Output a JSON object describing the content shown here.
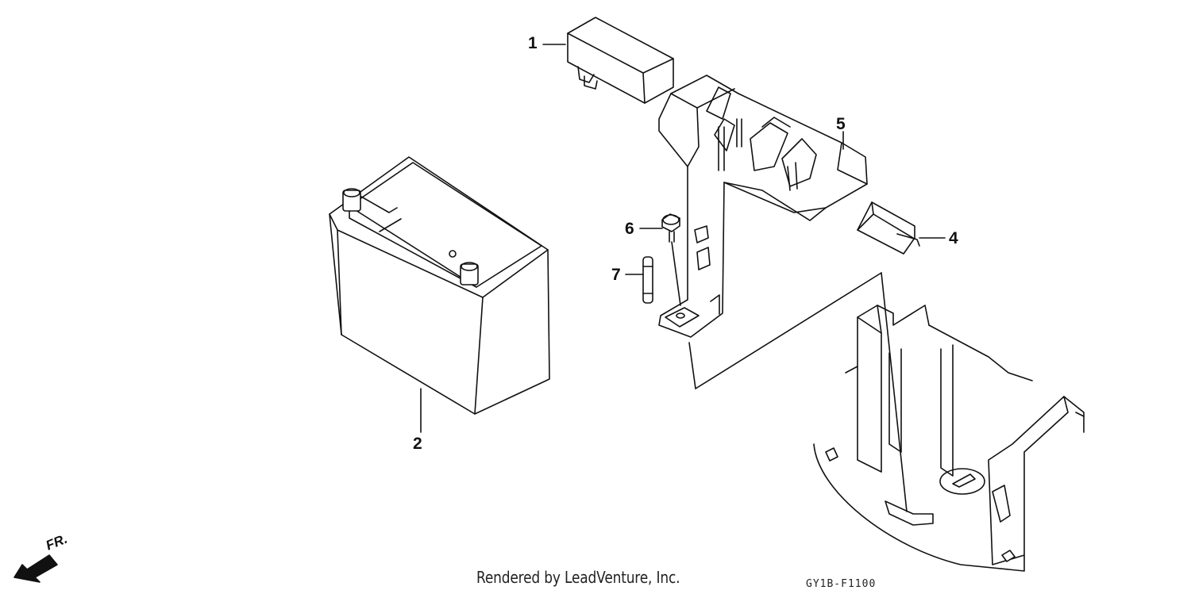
{
  "callouts": {
    "part_1": "1",
    "part_2": "2",
    "part_4": "4",
    "part_5": "5",
    "part_6": "6",
    "part_7": "7"
  },
  "direction": {
    "label": "FR.",
    "arrow_icon": "front-arrow-icon"
  },
  "footer": {
    "credit": "Rendered by LeadVenture, Inc.",
    "diagram_code": "GY1B-F1100"
  },
  "colors": {
    "line": "#111111",
    "background": "#ffffff"
  }
}
